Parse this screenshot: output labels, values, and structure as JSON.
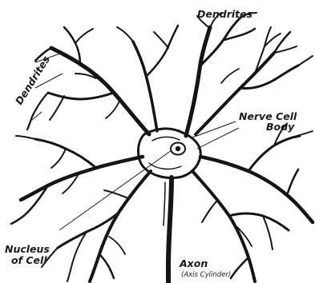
{
  "labels": {
    "dendrites_top": "Dendrites",
    "dendrites_left": "Dendrites",
    "nerve_cell_body_line1": "Nerve Cell",
    "nerve_cell_body_line2": "Body",
    "nucleus_line1": "Nucleus",
    "nucleus_line2": "of Cell",
    "axon_line1": "Axon",
    "axon_line2": "(Axis Cylinder)"
  },
  "colors": {
    "ink": "#141414",
    "background": "#ffffff"
  }
}
